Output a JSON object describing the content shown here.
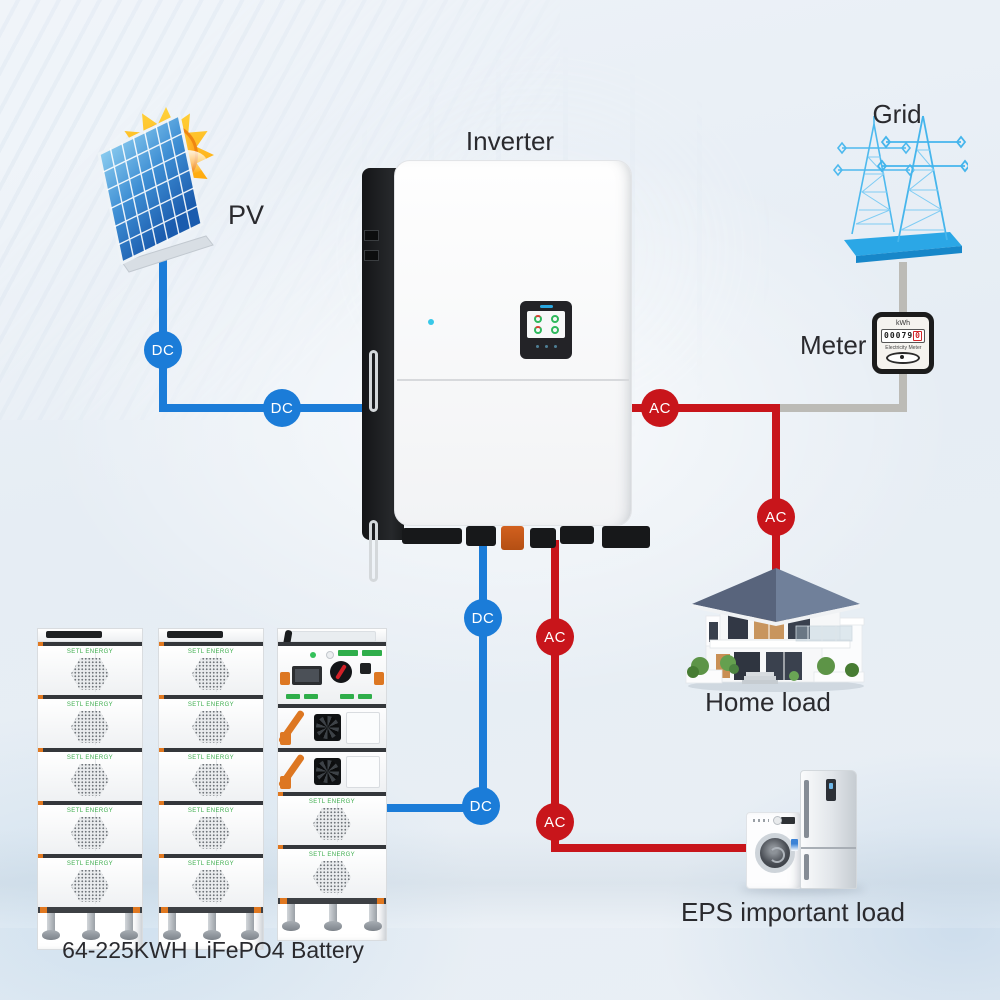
{
  "labels": {
    "pv": "PV",
    "inverter": "Inverter",
    "grid": "Grid",
    "meter": "Meter",
    "home_load": "Home load",
    "eps_load": "EPS important load",
    "battery_caption": "64-225KWH LiFePO4 Battery"
  },
  "connections": {
    "badges": [
      {
        "label": "DC"
      },
      {
        "label": "DC"
      },
      {
        "label": "DC"
      },
      {
        "label": "DC"
      },
      {
        "label": "AC"
      },
      {
        "label": "AC"
      },
      {
        "label": "AC"
      },
      {
        "label": "AC"
      }
    ],
    "colors": {
      "dc_line": "#1b7cd8",
      "ac_line": "#c8151b",
      "grid_line": "#bcbbb6"
    }
  },
  "meter": {
    "unit": "kWh",
    "digits": [
      "0",
      "0",
      "0",
      "7",
      "9"
    ],
    "last_digit": "0",
    "caption": "Electricity Meter"
  },
  "battery": {
    "module_label": "SETL ENERGY"
  }
}
